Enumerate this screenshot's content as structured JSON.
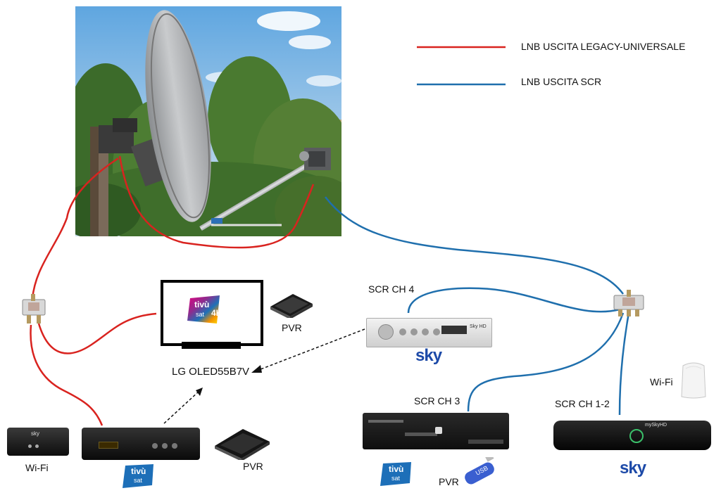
{
  "legend": {
    "legacy_label": "LNB USCITA LEGACY-UNIVERSALE",
    "scr_label": "LNB USCITA SCR",
    "legacy_color": "#d9231f",
    "scr_color": "#1f6fad"
  },
  "devices": {
    "tv_logo_top": "tivù",
    "tv_logo_bottom": "sat",
    "tv_logo_4k": "4K",
    "tv_label": "LG OLED55B7V",
    "tv_pvr_label": "PVR",
    "scr_ch4_label": "SCR CH 4",
    "sky_logo_1": "sky",
    "scr_ch3_label": "SCR CH 3",
    "scr_ch12_label": "SCR CH 1-2",
    "sky_logo_2": "sky",
    "wifi_right_label": "Wi-Fi",
    "wifi_left_label": "Wi-Fi",
    "pvr_bottom_label": "PVR",
    "pvr_usb_label": "PVR",
    "usb_text": "USB",
    "tivusat_bottom_top": "tivù",
    "tivusat_bottom_bottom": "sat",
    "tivusat_mid_top": "tivù",
    "tivusat_mid_bottom": "sat",
    "skyhd_badge": "Sky HD",
    "myskyhd_badge": "mySkyHD",
    "router_badge": "sky"
  },
  "icons": {
    "dish": "satellite-dish-photo",
    "splitter": "splitter-icon",
    "tv": "television-icon",
    "hdd": "external-hard-drive-icon",
    "receiver": "satellite-receiver-icon",
    "usb": "usb-stick-icon",
    "wifi": "wifi-adapter-icon"
  }
}
